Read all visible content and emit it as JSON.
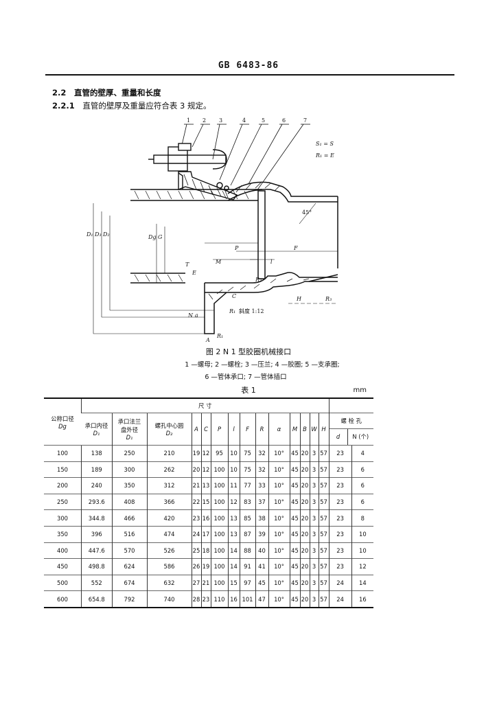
{
  "header": {
    "standard_no": "GB 6483-86"
  },
  "section": {
    "h2_num": "2.2",
    "h2_title": "直管的壁厚、重量和长度",
    "h3_num": "2.2.1",
    "h3_text": "直管的壁厚及重量应符合表 3 规定。"
  },
  "figure": {
    "callouts": [
      "1",
      "2",
      "3",
      "4",
      "5",
      "6",
      "7"
    ],
    "note1": "S₁ = S",
    "note2": "R₁ = E",
    "angle_label": "45°",
    "dim_labels": {
      "D1": "D₁",
      "D3": "D₃",
      "D2": "D₂",
      "Dg": "Dg",
      "G": "G",
      "P": "P",
      "F": "F",
      "M": "M",
      "T": "T",
      "E": "E",
      "I": "l",
      "R2": "R₂",
      "C": "C",
      "R1": "R₁",
      "slope": "斜度 1:12",
      "H": "H",
      "R3": "R₃",
      "A": "A",
      "N": "N",
      "a": "a",
      "R1b": "R₁"
    },
    "caption": "图 2   N 1 型胶圈机械接口",
    "legend_line1": "1 —螺母; 2 —螺栓; 3 —压兰; 4 —胶圈; 5 —支承圈;",
    "legend_line2": "6 —管体承口; 7 —管体插口"
  },
  "table": {
    "title": "表 1",
    "unit": "mm",
    "col_dg": "公称口径",
    "col_dg_sym": "Dg",
    "group_dims": "尺                寸",
    "col_d1_a": "承口内径",
    "col_d1_sym": "D₁",
    "col_d1b_a": "承口法兰",
    "col_d1b_b": "盘外径",
    "col_d1b_sym": "D₁",
    "col_d2_a": "螺孔中心圆",
    "col_d2_sym": "D₂",
    "col_A": "A",
    "col_C": "C",
    "col_P": "P",
    "col_I": "l",
    "col_F": "F",
    "col_R": "R",
    "col_alpha": "α",
    "col_M": "M",
    "col_B": "B",
    "col_W": "W",
    "col_H": "H",
    "group_bolt": "螺  栓  孔",
    "col_d": "d",
    "col_N": "N (个)",
    "rows": [
      [
        "100",
        "138",
        "250",
        "210",
        "19",
        "12",
        "95",
        "10",
        "75",
        "32",
        "10°",
        "45",
        "20",
        "3",
        "57",
        "23",
        "4"
      ],
      [
        "150",
        "189",
        "300",
        "262",
        "20",
        "12",
        "100",
        "10",
        "75",
        "32",
        "10°",
        "45",
        "20",
        "3",
        "57",
        "23",
        "6"
      ],
      [
        "200",
        "240",
        "350",
        "312",
        "21",
        "13",
        "100",
        "11",
        "77",
        "33",
        "10°",
        "45",
        "20",
        "3",
        "57",
        "23",
        "6"
      ],
      [
        "250",
        "293.6",
        "408",
        "366",
        "22",
        "15",
        "100",
        "12",
        "83",
        "37",
        "10°",
        "45",
        "20",
        "3",
        "57",
        "23",
        "6"
      ],
      [
        "300",
        "344.8",
        "466",
        "420",
        "23",
        "16",
        "100",
        "13",
        "85",
        "38",
        "10°",
        "45",
        "20",
        "3",
        "57",
        "23",
        "8"
      ],
      [
        "350",
        "396",
        "516",
        "474",
        "24",
        "17",
        "100",
        "13",
        "87",
        "39",
        "10°",
        "45",
        "20",
        "3",
        "57",
        "23",
        "10"
      ],
      [
        "400",
        "447.6",
        "570",
        "526",
        "25",
        "18",
        "100",
        "14",
        "88",
        "40",
        "10°",
        "45",
        "20",
        "3",
        "57",
        "23",
        "10"
      ],
      [
        "450",
        "498.8",
        "624",
        "586",
        "26",
        "19",
        "100",
        "14",
        "91",
        "41",
        "10°",
        "45",
        "20",
        "3",
        "57",
        "23",
        "12"
      ],
      [
        "500",
        "552",
        "674",
        "632",
        "27",
        "21",
        "100",
        "15",
        "97",
        "45",
        "10°",
        "45",
        "20",
        "3",
        "57",
        "24",
        "14"
      ],
      [
        "600",
        "654.8",
        "792",
        "740",
        "28",
        "23",
        "110",
        "16",
        "101",
        "47",
        "10°",
        "45",
        "20",
        "3",
        "57",
        "24",
        "16"
      ]
    ]
  }
}
